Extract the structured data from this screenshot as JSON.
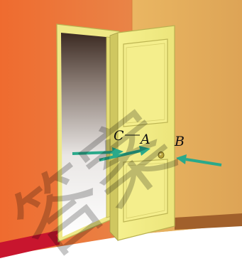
{
  "labels": {
    "c": "C",
    "a": "A",
    "b": "B"
  },
  "watermark": {
    "text": "答案"
  },
  "colors": {
    "wall_left": "#e96f37",
    "wall_right": "#e5ae5f",
    "floor": "#ffffff",
    "door": "#f2ec86",
    "door_edge": "#c9c15a",
    "baseboard_left": "#c8152e",
    "baseboard_right": "#a1602b",
    "arrow": "#2aa98a"
  }
}
